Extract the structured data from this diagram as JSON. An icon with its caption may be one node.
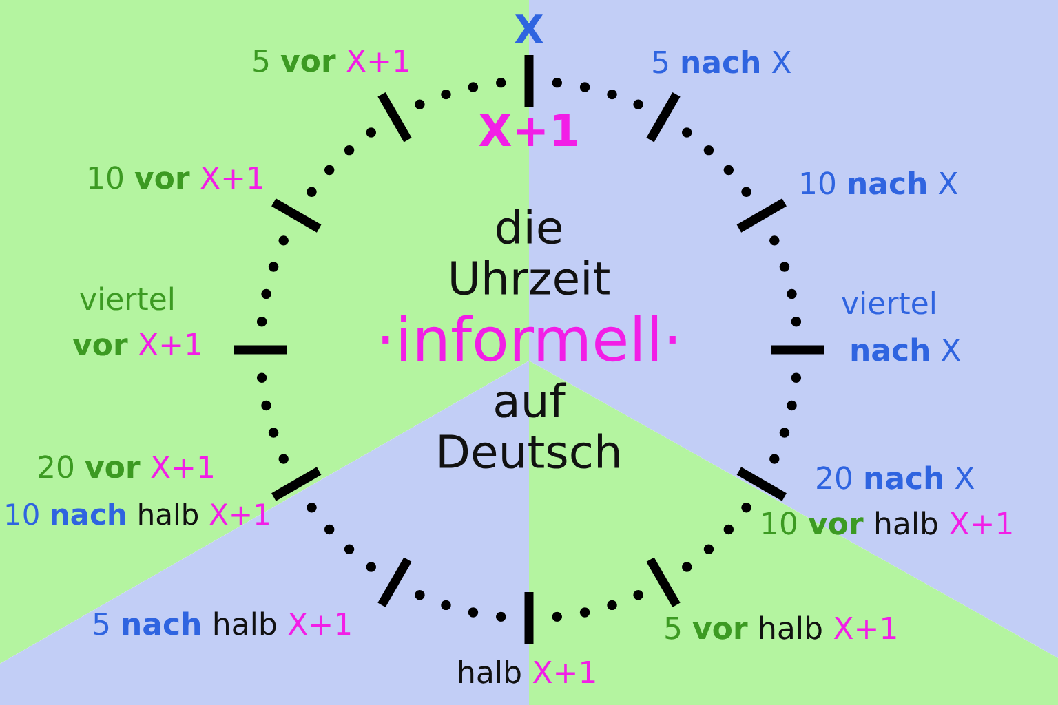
{
  "diagram": {
    "labels": [
      "X",
      "5 **vor**",
      "X+1",
      "5 **nach** X",
      "X+1",
      "10 **vor**",
      "X+1",
      "10 **nach** X",
      "die Uhrzeit",
      "viertel",
      "viertel",
      "vor",
      "X+1",
      "·informell·",
      "**nach** X",
      "auf Deutsch",
      "20 **vor**",
      "X+1",
      "20 **nach** X",
      "10 **nach**",
      "halb",
      "X+1",
      "10 **vor**",
      "halb",
      "X+1",
      "5 **nach**",
      "halb",
      "X+1",
      "5 **vor**",
      "halb",
      "X+1",
      "halb",
      "X+1"
    ]
  }
}
